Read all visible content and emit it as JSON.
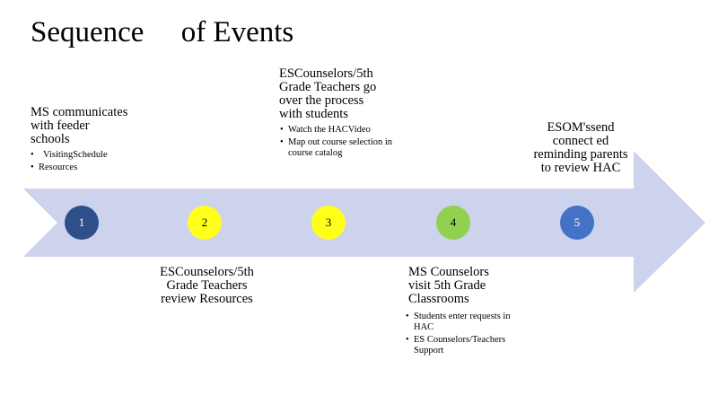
{
  "title": "Sequence     of Events",
  "colors": {
    "arrow": "#cdd3ec",
    "step1": "#2f4f8a",
    "step2": "#ffff1a",
    "step3": "#ffff1a",
    "step4": "#92d050",
    "step5": "#4472c4"
  },
  "steps": [
    {
      "number": "1",
      "lines": [
        "MS communicates",
        "with feeder",
        "schools"
      ],
      "bullets": [
        "VisitingSchedule",
        "Resources"
      ]
    },
    {
      "number": "2",
      "lines": [
        "ESCounselors/5th",
        "Grade Teachers",
        "review Resources"
      ],
      "bullets": []
    },
    {
      "number": "3",
      "lines": [
        "ESCounselors/5th",
        "Grade Teachers go",
        "over the  process",
        "with students"
      ],
      "bullets": [
        "Watch the HACVideo",
        "Map out course selection in course catalog"
      ]
    },
    {
      "number": "4",
      "lines": [
        "MS Counselors",
        "visit 5th Grade",
        "Classrooms"
      ],
      "bullets": [
        "Students enter requests in HAC",
        "ES Counselors/Teachers Support"
      ]
    },
    {
      "number": "5",
      "lines": [
        "ESOM'ssend",
        "connect ed",
        "reminding  parents",
        "to review HAC"
      ],
      "bullets": []
    }
  ]
}
